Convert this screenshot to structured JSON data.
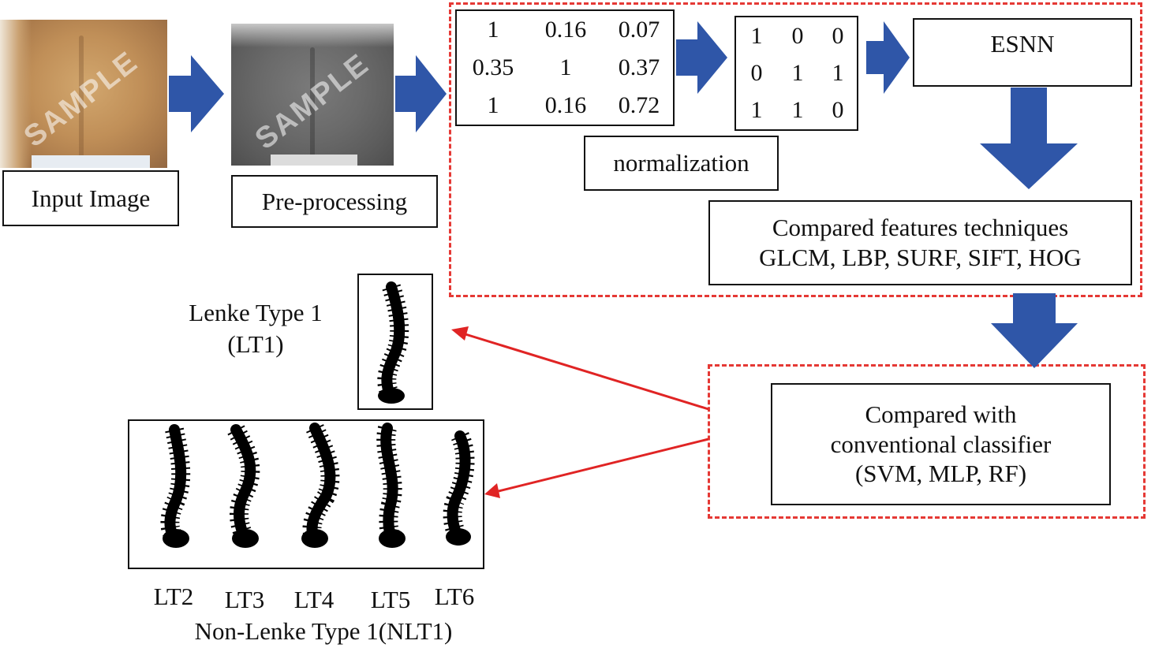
{
  "input": {
    "label": "Input Image",
    "watermark": "SAMPLE"
  },
  "preprocessing": {
    "label": "Pre-processing",
    "watermark": "SAMPLE"
  },
  "matrix_raw": [
    [
      "1",
      "0.16",
      "0.07"
    ],
    [
      "0.35",
      "1",
      "0.37"
    ],
    [
      "1",
      "0.16",
      "0.72"
    ]
  ],
  "matrix_binary": [
    [
      "1",
      "0",
      "0"
    ],
    [
      "0",
      "1",
      "1"
    ],
    [
      "1",
      "1",
      "0"
    ]
  ],
  "normalization": {
    "label": "normalization"
  },
  "esnn": {
    "label": "ESNN"
  },
  "features": {
    "line1": "Compared features techniques",
    "line2": "GLCM, LBP, SURF, SIFT, HOG"
  },
  "classifier": {
    "line1": "Compared with",
    "line2": "conventional classifier",
    "line3": "(SVM, MLP, RF)"
  },
  "lt1": {
    "line1": "Lenke Type 1",
    "line2": "(LT1)"
  },
  "nlt1": {
    "types": [
      "LT2",
      "LT3",
      "LT4",
      "LT5",
      "LT6"
    ],
    "caption": "Non-Lenke Type 1(NLT1)"
  },
  "colors": {
    "arrow_blue": "#2f56a8",
    "dash_red": "#e53935",
    "connector_red": "#e02424"
  }
}
